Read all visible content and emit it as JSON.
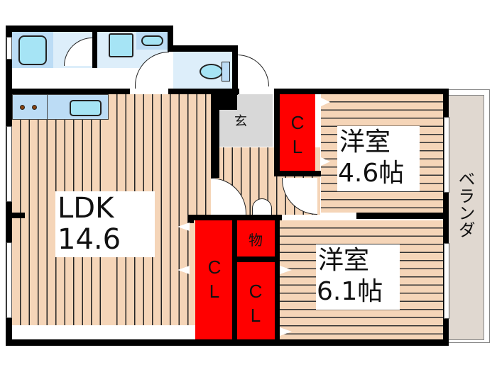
{
  "floor_plan": {
    "rooms": {
      "ldk": {
        "name": "LDK",
        "size": "14.6"
      },
      "western_room_1": {
        "name": "洋室",
        "size": "4.6帖"
      },
      "western_room_2": {
        "name": "洋室",
        "size": "6.1帖"
      },
      "entrance": {
        "name": "玄"
      },
      "storage": {
        "name": "物"
      },
      "veranda": {
        "name": "ベランダ"
      }
    },
    "closets": [
      {
        "label_c": "C",
        "label_l": "L"
      },
      {
        "label_c": "C",
        "label_l": "L"
      },
      {
        "label_c": "C",
        "label_l": "L"
      }
    ],
    "colors": {
      "floor": "#f5d5b8",
      "closet": "#ff0000",
      "wet_area": "#ddeefa",
      "fixture": "#a6e4f5",
      "entrance": "#d8d8d8",
      "veranda": "#e0d8d0",
      "wall": "#000000"
    }
  }
}
